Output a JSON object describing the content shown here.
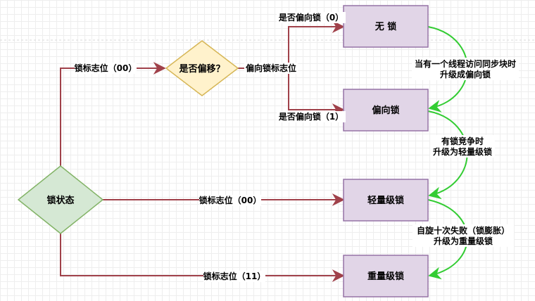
{
  "colors": {
    "state_fill": "#e1d5e7",
    "state_stroke": "#9673a6",
    "lockstate_fill": "#d5e8d4",
    "lockstate_stroke": "#82b366",
    "decision_fill": "#fff2cc",
    "decision_stroke": "#d6b656",
    "edge_dark": "#a0414a",
    "edge_green": "#33cc33"
  },
  "nodes": {
    "lock_state": "锁状态",
    "is_biased": "是否偏移？",
    "no_lock": "无 锁",
    "biased_lock": "偏向锁",
    "lightweight_lock": "轻量级锁",
    "heavyweight_lock": "重量级锁"
  },
  "edges": {
    "flag_00_top": "锁标志位（00）",
    "bias_flag": "偏向锁标志位",
    "biased_0": "是否偏向锁（0）",
    "biased_1": "是否偏向锁（1）",
    "flag_00_mid": "锁标志位（00）",
    "flag_11": "锁标志位（11）"
  },
  "transitions": {
    "to_biased_line1": "当有一个线程访问同步块时",
    "to_biased_line2": "升级成偏向锁",
    "to_light_line1": "有锁竞争时",
    "to_light_line2": "升级为轻量级锁",
    "to_heavy_line1": "自旋十次失败（锁膨胀）",
    "to_heavy_line2": "升级为重量级锁"
  }
}
